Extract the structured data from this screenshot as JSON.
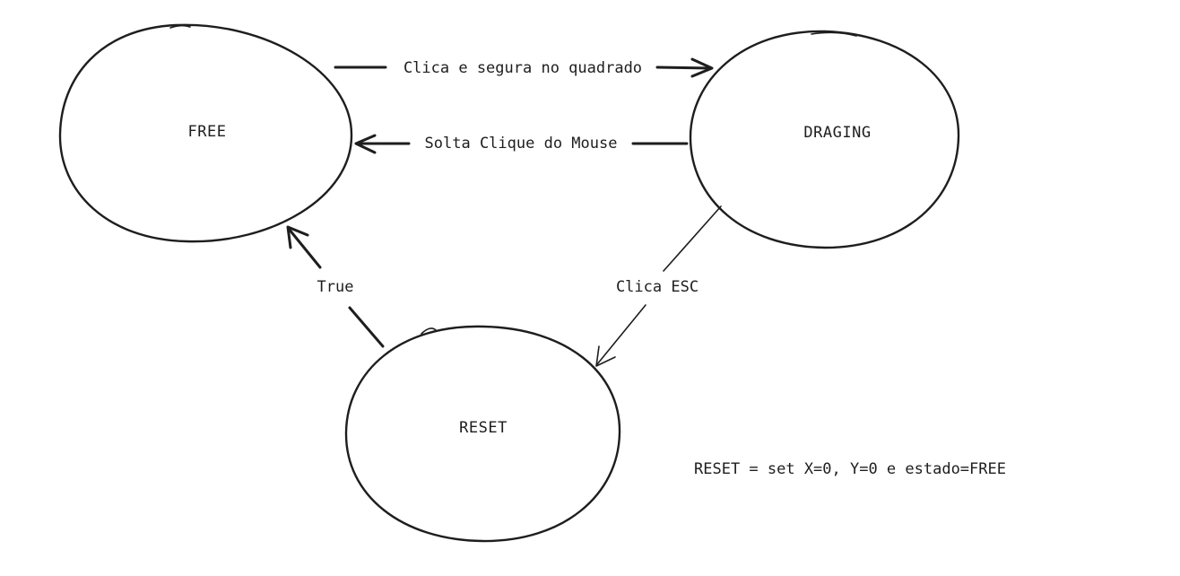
{
  "states": {
    "free": "FREE",
    "draging": "DRAGING",
    "reset": "RESET"
  },
  "transitions": {
    "free_to_draging": "Clica e segura no quadrado",
    "draging_to_free": "Solta Clique do Mouse",
    "draging_to_reset": "Clica ESC",
    "reset_to_free": "True"
  },
  "note": "RESET = set X=0, Y=0 e estado=FREE",
  "colors": {
    "stroke": "#1e1e1e",
    "background": "#ffffff"
  }
}
